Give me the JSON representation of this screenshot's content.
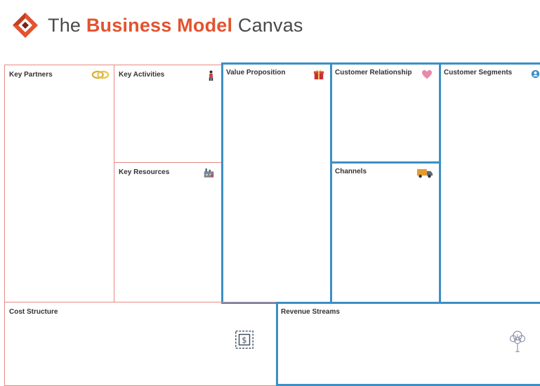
{
  "header": {
    "title_prefix": "The",
    "title_bold": "Business Model",
    "title_suffix": "Canvas"
  },
  "blocks": {
    "key_partners": "Key Partners",
    "key_activities": "Key Activities",
    "key_resources": "Key Resources",
    "value_proposition": "Value Proposition",
    "customer_relationship": "Customer Relationship",
    "channels": "Channels",
    "customer_segments": "Customer Segments",
    "cost_structure": "Cost Structure",
    "revenue_streams": "Revenue Streams"
  },
  "colors": {
    "brand_orange": "#e2532f",
    "infrastructure_border": "#e58b85",
    "customer_border": "#3c8fc4"
  },
  "icons": {
    "key_partners": "linked-rings-icon",
    "key_activities": "worker-icon",
    "key_resources": "factory-icon",
    "value_proposition": "gift-icon",
    "customer_relationship": "heart-icon",
    "channels": "delivery-truck-icon",
    "customer_segments": "person-icon",
    "cost_structure": "price-tag-icon",
    "revenue_streams": "money-tree-icon"
  }
}
